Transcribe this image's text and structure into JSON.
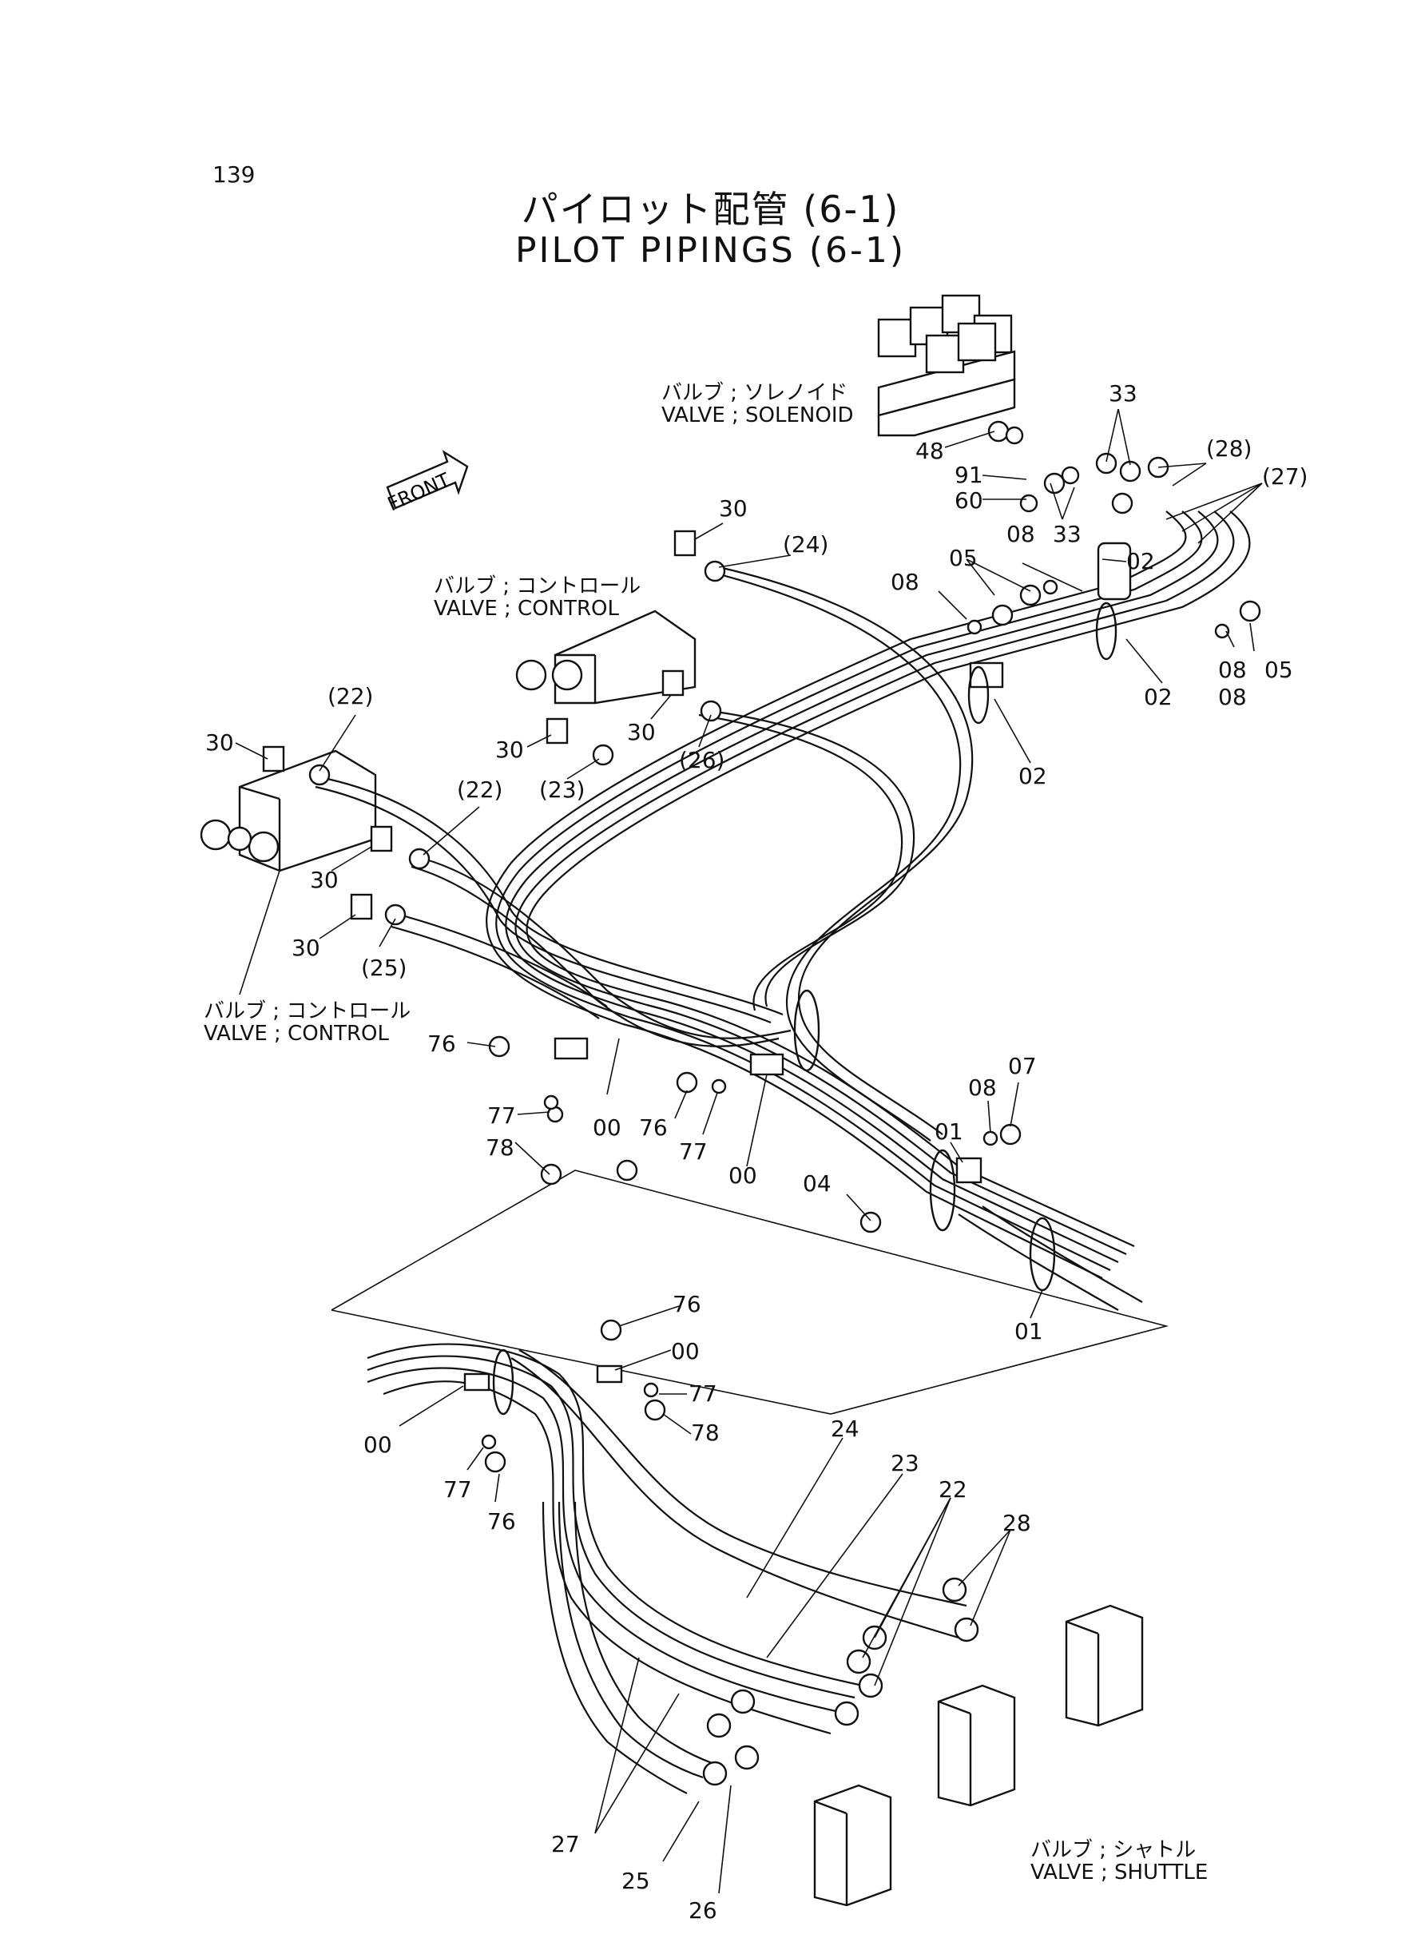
{
  "page_number": "139",
  "title_jp": "パイロット配管 (6-1)",
  "title_en": "PILOT PIPINGS (6-1)",
  "front_marker": "FRONT",
  "components": {
    "solenoid_valve": {
      "jp": "バルブ ; ソレノイド",
      "en": "VALVE ; SOLENOID"
    },
    "control_valve_upper": {
      "jp": "バルブ ; コントロール",
      "en": "VALVE ; CONTROL"
    },
    "control_valve_lower": {
      "jp": "バルブ ; コントロール",
      "en": "VALVE ; CONTROL"
    },
    "shuttle_valve": {
      "jp": "バルブ ; シャトル",
      "en": "VALVE ; SHUTTLE"
    }
  },
  "callouts": [
    "33",
    "(28)",
    "(27)",
    "48",
    "91",
    "60",
    "33",
    "08",
    "05",
    "02",
    "08",
    "05",
    "08",
    "02",
    "08",
    "02",
    "30",
    "(24)",
    "30",
    "30",
    "(26)",
    "(23)",
    "(22)",
    "30",
    "(22)",
    "30",
    "30",
    "(25)",
    "76",
    "77",
    "78",
    "00",
    "76",
    "77",
    "00",
    "07",
    "08",
    "01",
    "04",
    "01",
    "76",
    "00",
    "77",
    "78",
    "00",
    "77",
    "76",
    "24",
    "23",
    "22",
    "28",
    "27",
    "25",
    "26"
  ]
}
